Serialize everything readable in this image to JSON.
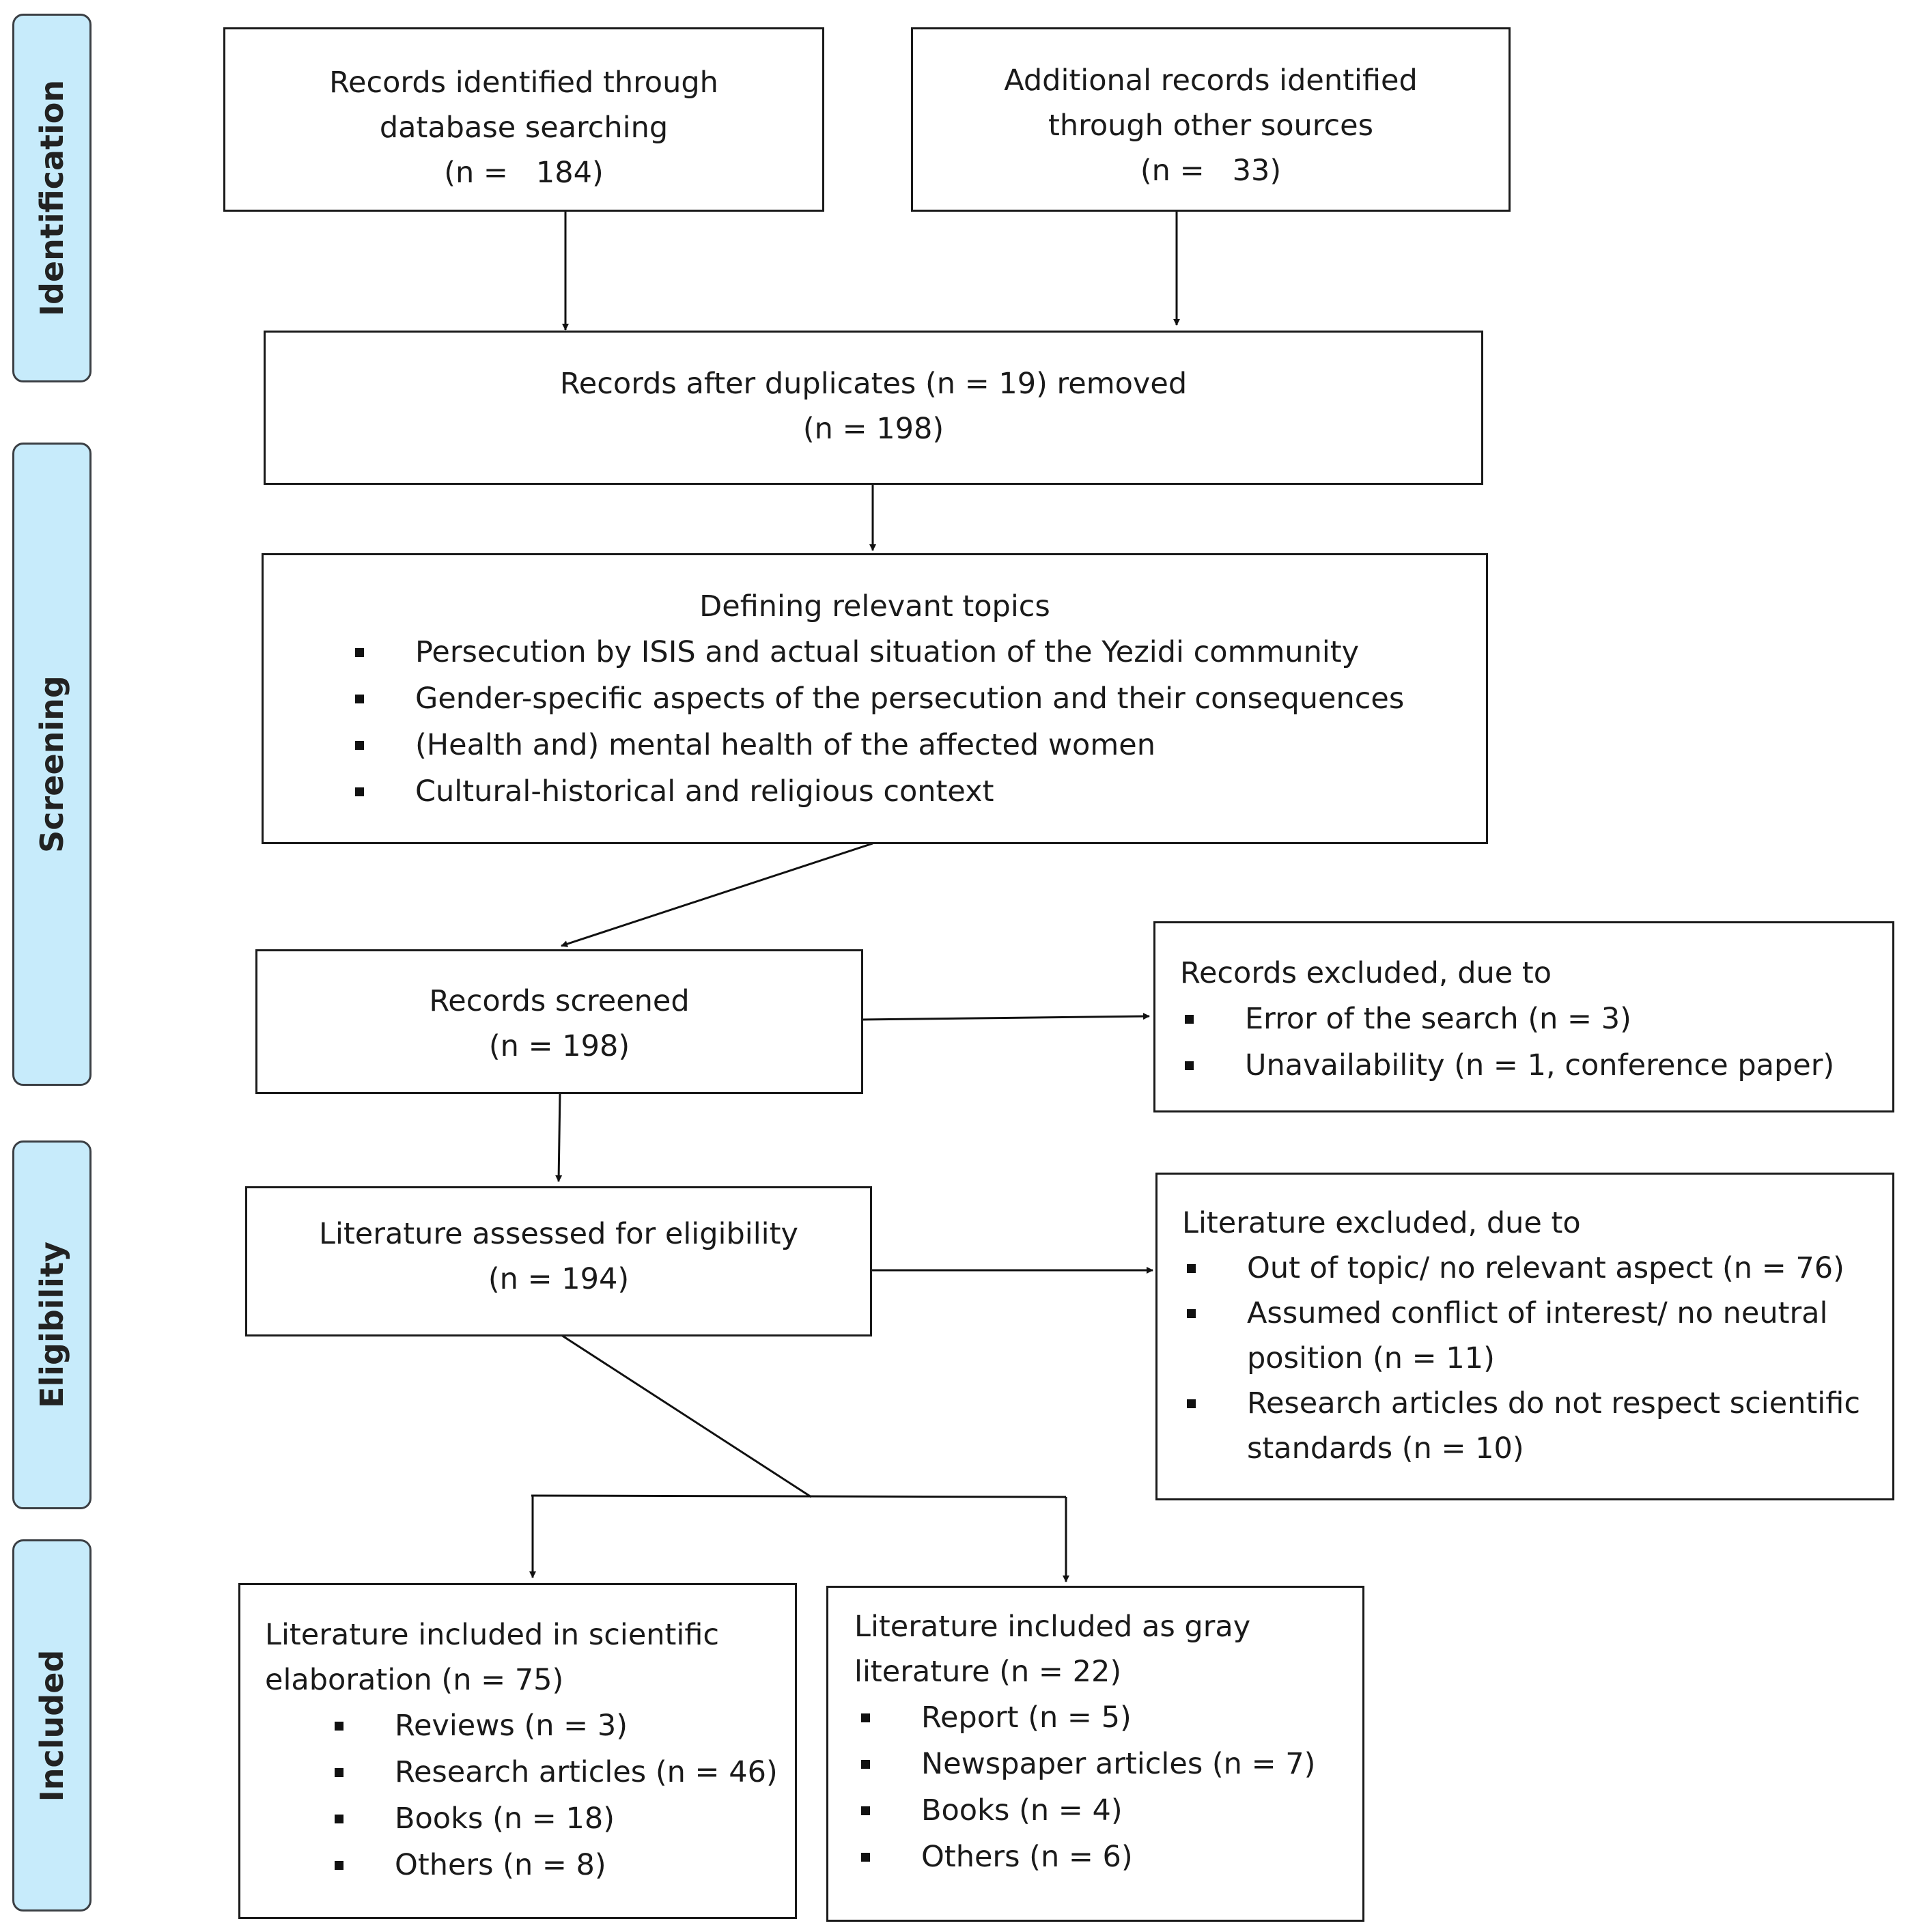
{
  "stages": {
    "identification": "Identification",
    "screening": "Screening",
    "eligibility": "Eligibility",
    "included": "Included"
  },
  "identification": {
    "database": {
      "line1": "Records identified through",
      "line2": "database searching",
      "count": "(n =   184)"
    },
    "other_sources": {
      "line1": "Additional records identified",
      "line2": "through other sources",
      "count": "(n =   33)"
    }
  },
  "duplicates": {
    "line1": "Records after duplicates (n = 19) removed",
    "line2": "(n = 198)"
  },
  "topics": {
    "title": "Defining relevant topics",
    "items": [
      "Persecution by ISIS and actual situation of the Yezidi community",
      "Gender-specific aspects of the persecution and their consequences",
      "(Health and) mental health of the affected women",
      "Cultural-historical and religious context"
    ]
  },
  "screened": {
    "line1": "Records screened",
    "line2": "(n = 198)"
  },
  "excluded_records": {
    "title": "Records excluded, due to",
    "items": [
      "Error of the search (n = 3)",
      "Unavailability (n = 1, conference paper)"
    ]
  },
  "eligibility": {
    "line1": "Literature assessed for eligibility",
    "line2": "(n = 194)"
  },
  "excluded_literature": {
    "title": "Literature excluded, due to",
    "items": [
      "Out of topic/ no relevant aspect (n = 76)",
      "Assumed conflict of interest/ no neutral position (n = 11)",
      "Research articles do not respect scientific standards (n = 10)"
    ]
  },
  "included_scientific": {
    "line1": "Literature included in scientific",
    "line2": "elaboration (n = 75)",
    "items": [
      "Reviews (n = 3)",
      "Research articles (n = 46)",
      "Books (n = 18)",
      "Others (n = 8)"
    ]
  },
  "included_gray": {
    "line1": "Literature included as gray",
    "line2": "literature (n = 22)",
    "items": [
      "Report (n = 5)",
      "Newspaper articles (n = 7)",
      "Books (n = 4)",
      "Others (n = 6)"
    ]
  }
}
